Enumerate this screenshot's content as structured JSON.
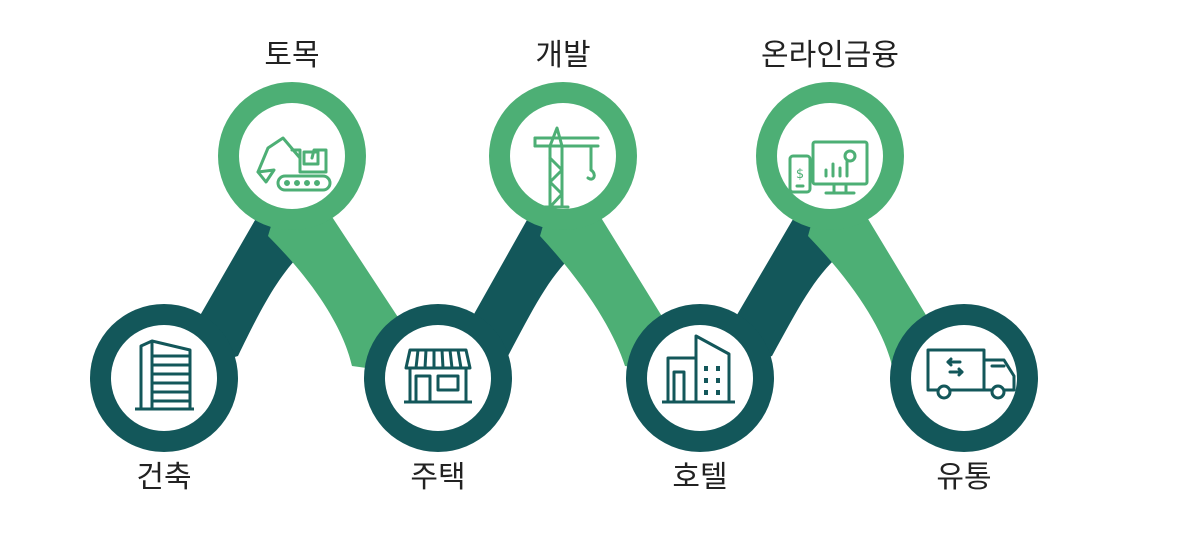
{
  "colors": {
    "dark": "#13575a",
    "green": "#4daf75",
    "icon_dark": "#13575a",
    "icon_green": "#4daf75",
    "text": "#222222",
    "background": "#ffffff"
  },
  "stages": [
    {
      "label": "건축",
      "icon": "building-icon",
      "row": "bottom"
    },
    {
      "label": "토목",
      "icon": "excavator-icon",
      "row": "top"
    },
    {
      "label": "주택",
      "icon": "house-shop-icon",
      "row": "bottom"
    },
    {
      "label": "개발",
      "icon": "tower-crane-icon",
      "row": "top"
    },
    {
      "label": "호텔",
      "icon": "hotel-building-icon",
      "row": "bottom"
    },
    {
      "label": "온라인금융",
      "icon": "online-finance-icon",
      "row": "top"
    },
    {
      "label": "유통",
      "icon": "delivery-truck-icon",
      "row": "bottom"
    }
  ]
}
